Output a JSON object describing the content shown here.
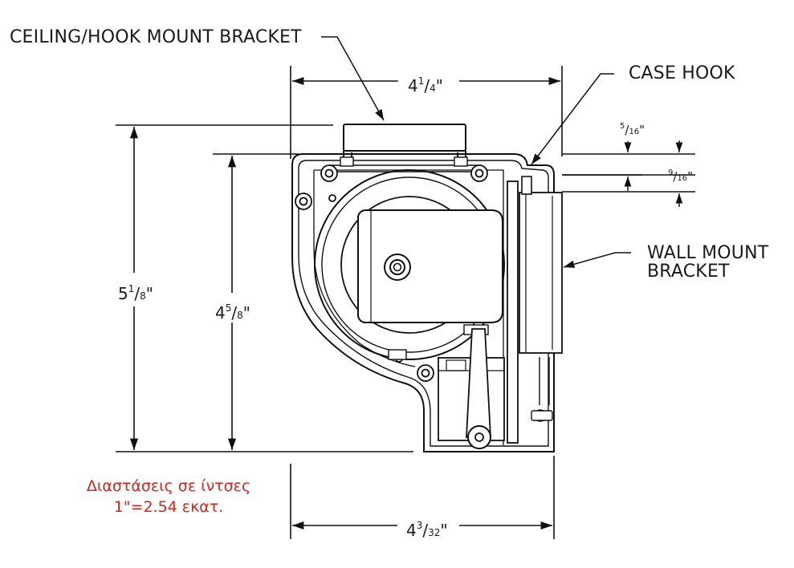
{
  "labels": {
    "ceiling_bracket": "CEILING/HOOK MOUNT BRACKET",
    "case_hook": "CASE HOOK",
    "wall_bracket_line1": "WALL MOUNT",
    "wall_bracket_line2": "BRACKET"
  },
  "dimensions": {
    "top_width": {
      "whole": "4",
      "num": "1",
      "den": "4",
      "unit": "\""
    },
    "bottom_width": {
      "whole": "4",
      "num": "3",
      "den": "32",
      "unit": "\""
    },
    "outer_height": {
      "whole": "5",
      "num": "1",
      "den": "8",
      "unit": "\""
    },
    "inner_height": {
      "whole": "4",
      "num": "5",
      "den": "8",
      "unit": "\""
    },
    "hook_offset_a": {
      "num": "5",
      "den": "16",
      "unit": "\""
    },
    "hook_offset_b": {
      "num": "9",
      "den": "16",
      "unit": "\""
    }
  },
  "note": {
    "line1": "Διαστάσεις σε ίντσες",
    "line2": "1\"=2.54 εκατ.",
    "color": "#d2241c"
  }
}
